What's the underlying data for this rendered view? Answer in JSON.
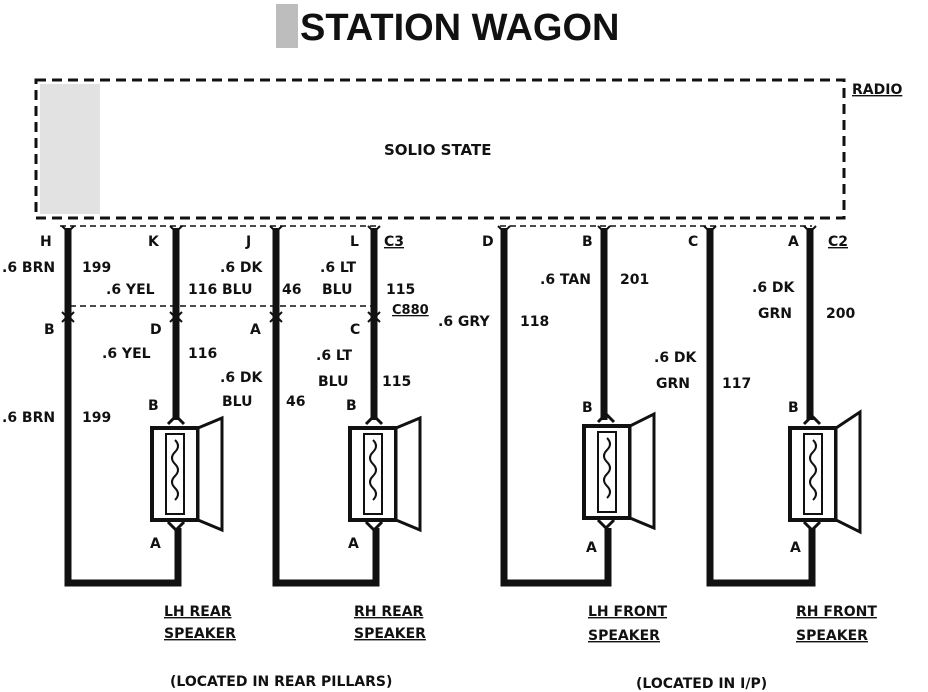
{
  "title": "STATION WAGON",
  "radio": {
    "label": "RADIO",
    "state": "SOLIO STATE",
    "connector_c3": "C3",
    "connector_c2": "C2"
  },
  "inline_connector": "C880",
  "pins_top": {
    "h": "H",
    "k": "K",
    "j": "J",
    "l": "L",
    "d": "D",
    "b": "B",
    "c": "C",
    "a": "A"
  },
  "pins_inline": {
    "b": "B",
    "d": "D",
    "a": "A",
    "c": "C"
  },
  "wires": {
    "w199_top_gauge": ".6 BRN",
    "w199_top_circuit": "199",
    "w116_top_gauge": ".6 YEL",
    "w116_top_circuit": "116",
    "w46_top_gauge_1": ".6 DK",
    "w46_top_gauge_2": "BLU",
    "w46_top_circuit": "46",
    "w115_top_gauge_1": ".6 LT",
    "w115_top_gauge_2": "BLU",
    "w115_top_circuit": "115",
    "w118_gauge": ".6 GRY",
    "w118_circuit": "118",
    "w201_gauge": ".6 TAN",
    "w201_circuit": "201",
    "w117_gauge_1": ".6 DK",
    "w117_gauge_2": "GRN",
    "w117_circuit": "117",
    "w200_gauge_1": ".6 DK",
    "w200_gauge_2": "GRN",
    "w200_circuit": "200",
    "w199_bot_gauge": ".6 BRN",
    "w199_bot_circuit": "199",
    "w116_bot_gauge": ".6 YEL",
    "w116_bot_circuit": "116",
    "w46_bot_gauge_1": ".6 DK",
    "w46_bot_gauge_2": "BLU",
    "w46_bot_circuit": "46",
    "w115_bot_gauge_1": ".6 LT",
    "w115_bot_gauge_2": "BLU",
    "w115_bot_circuit": "115"
  },
  "speaker_pins": {
    "b": "B",
    "a": "A"
  },
  "speakers": {
    "lh_rear_1": "LH REAR",
    "lh_rear_2": "SPEAKER",
    "rh_rear_1": "RH REAR",
    "rh_rear_2": "SPEAKER",
    "lh_front_1": "LH FRONT",
    "lh_front_2": "SPEAKER",
    "rh_front_1": "RH FRONT",
    "rh_front_2": "SPEAKER"
  },
  "notes": {
    "rear": "(LOCATED IN REAR PILLARS)",
    "front": "(LOCATED IN I/P)"
  }
}
